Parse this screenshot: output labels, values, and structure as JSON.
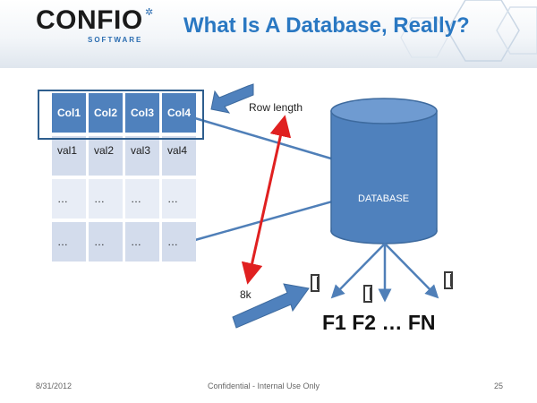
{
  "header": {
    "logo_text": "CONFIO",
    "logo_subtext": "SOFTWARE",
    "title": "What Is A Database, Really?"
  },
  "table": {
    "columns": [
      "Col1",
      "Col2",
      "Col3",
      "Col4"
    ],
    "rows": [
      [
        "val1",
        "val2",
        "val3",
        "val4"
      ],
      [
        "…",
        "…",
        "…",
        "…"
      ],
      [
        "…",
        "…",
        "…",
        "…"
      ]
    ]
  },
  "labels": {
    "row_length": "Row length",
    "database": "DATABASE",
    "block_size": "8k",
    "files": "F1    F2 … FN"
  },
  "footer": {
    "date": "8/31/2012",
    "confidential": "Confidential - Internal Use Only",
    "page": "25"
  },
  "colors": {
    "header_blue": "#4f81bd",
    "title_blue": "#2a78c2",
    "cell_light": "#d3dcec",
    "arrow_red": "#e02020"
  }
}
